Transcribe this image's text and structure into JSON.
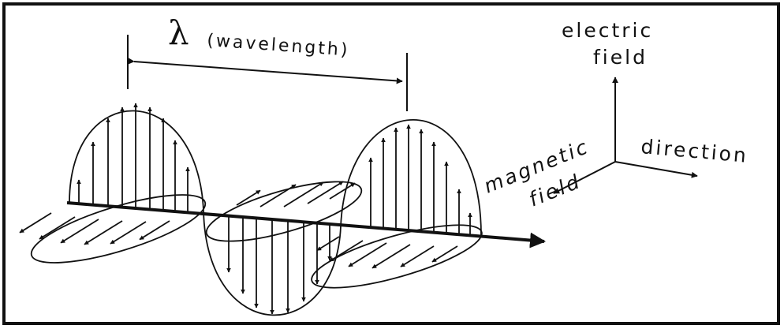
{
  "wavelength": {
    "symbol": "λ",
    "label": "(wavelength)"
  },
  "axes": {
    "electric_line1": "electric",
    "electric_line2": "field",
    "magnetic_line1": "magnetic",
    "magnetic_line2": "field",
    "direction": "direction"
  },
  "colors": {
    "ink": "#111111",
    "background": "#ffffff",
    "frame": "#111111"
  }
}
